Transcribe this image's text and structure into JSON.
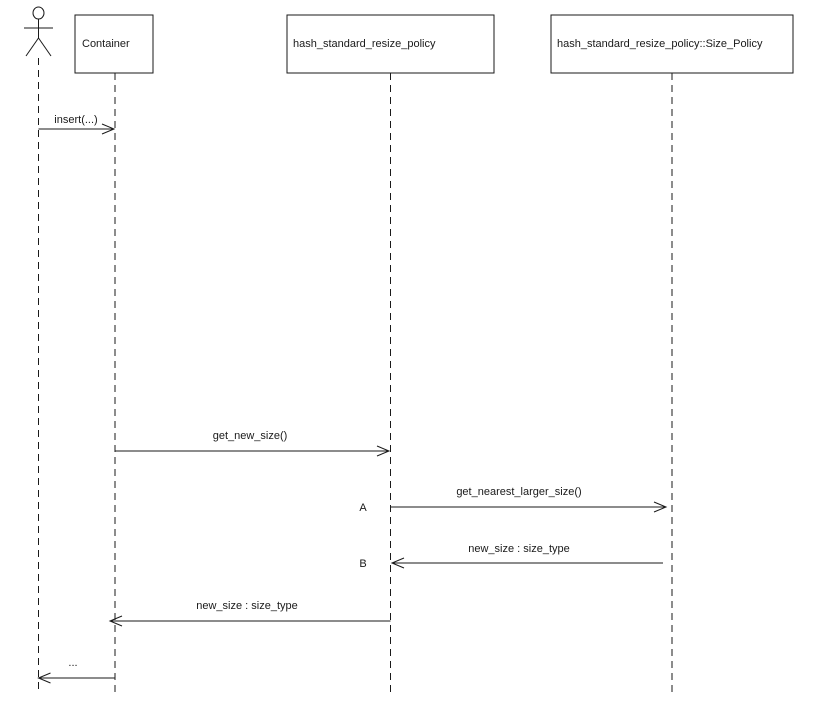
{
  "colors": {
    "line": "#1a1a1a",
    "background": "#ffffff"
  },
  "actor": {
    "icon": "stick-figure-actor"
  },
  "participants": [
    {
      "label": "Container"
    },
    {
      "label": "hash_standard_resize_policy"
    },
    {
      "label": "hash_standard_resize_policy::Size_Policy"
    }
  ],
  "messages": [
    {
      "label": "insert(...)"
    },
    {
      "label": "get_new_size()"
    },
    {
      "marker": "A",
      "label": "get_nearest_larger_size()"
    },
    {
      "marker": "B",
      "label": "new_size : size_type"
    },
    {
      "label": "new_size : size_type"
    },
    {
      "label": "..."
    }
  ]
}
